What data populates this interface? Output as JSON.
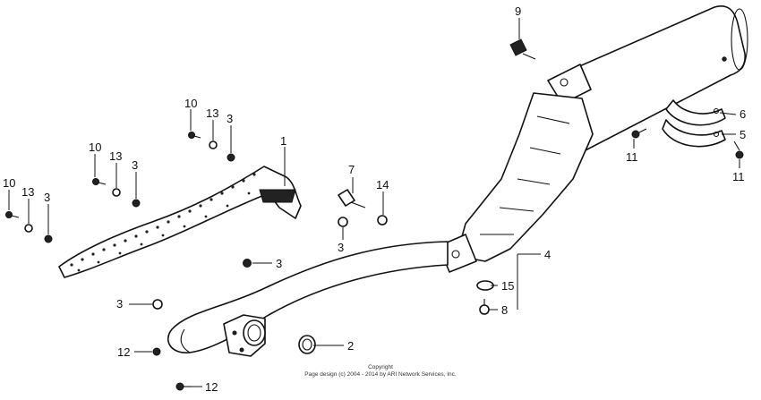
{
  "callouts": {
    "c1": "1",
    "c2": "2",
    "c3": "3",
    "c4": "4",
    "c5": "5",
    "c6": "6",
    "c7": "7",
    "c8": "8",
    "c9": "9",
    "c10": "10",
    "c11": "11",
    "c12": "12",
    "c13": "13",
    "c14": "14",
    "c15": "15"
  },
  "footer": {
    "line1": "Copyright",
    "line2": "Page design (c) 2004 - 2014 by ARI Network Services, Inc."
  }
}
